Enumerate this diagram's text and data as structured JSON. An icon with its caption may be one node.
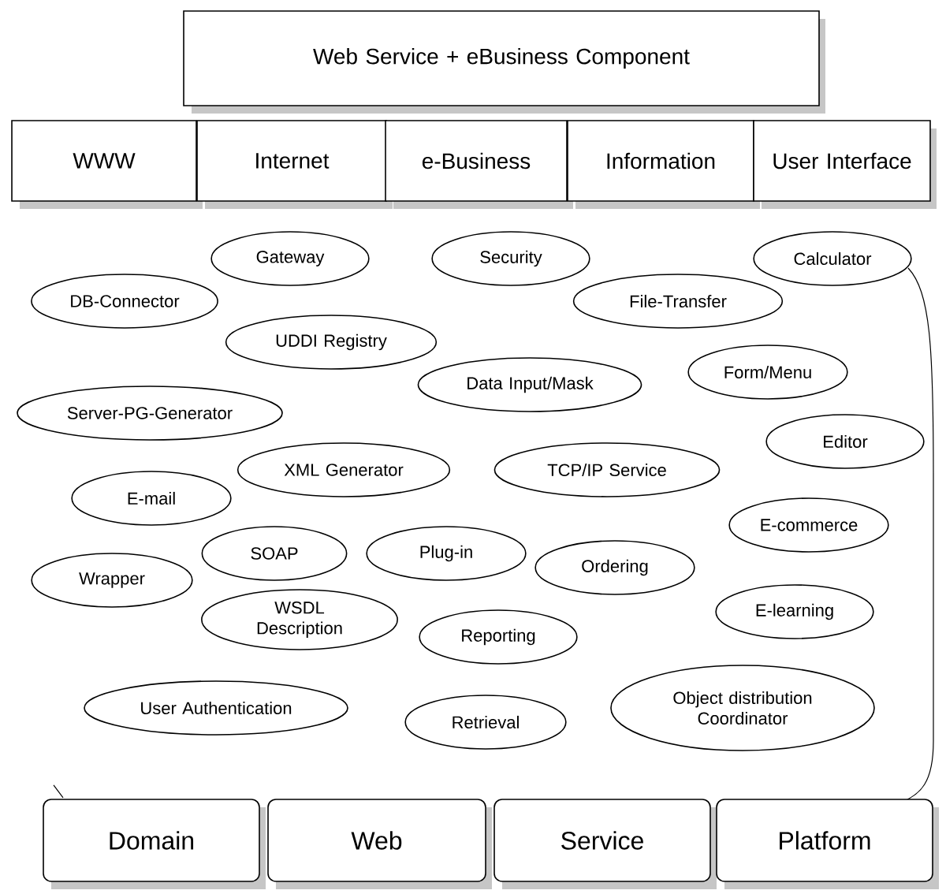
{
  "diagram": {
    "nodes": [
      {
        "text": [
          "Web Service + eBusiness Component"
        ]
      },
      {
        "text": [
          "WWW"
        ]
      },
      {
        "text": [
          "Internet"
        ]
      },
      {
        "text": [
          "e-Business"
        ]
      },
      {
        "text": [
          "Information"
        ]
      },
      {
        "text": [
          "User Interface"
        ]
      },
      {
        "text": [
          "Gateway"
        ]
      },
      {
        "text": [
          "Security"
        ]
      },
      {
        "text": [
          "Calculator"
        ]
      },
      {
        "text": [
          "DB-Connector"
        ]
      },
      {
        "text": [
          "File-Transfer"
        ]
      },
      {
        "text": [
          "UDDI Registry"
        ]
      },
      {
        "text": [
          "Form/Menu"
        ]
      },
      {
        "text": [
          "Data Input/Mask"
        ]
      },
      {
        "text": [
          "Server-PG-Generator"
        ]
      },
      {
        "text": [
          "Editor"
        ]
      },
      {
        "text": [
          "XML Generator"
        ]
      },
      {
        "text": [
          "TCP/IP Service"
        ]
      },
      {
        "text": [
          "E-mail"
        ]
      },
      {
        "text": [
          "E-commerce"
        ]
      },
      {
        "text": [
          "SOAP"
        ]
      },
      {
        "text": [
          "Plug-in"
        ]
      },
      {
        "text": [
          "Ordering"
        ]
      },
      {
        "text": [
          "Wrapper"
        ]
      },
      {
        "text": [
          "E-learning"
        ]
      },
      {
        "text": [
          "WSDL Description"
        ]
      },
      {
        "text": [
          "Reporting"
        ]
      },
      {
        "text": [
          "User Authentication"
        ]
      },
      {
        "text": [
          "Object distribution Coordinator"
        ]
      },
      {
        "text": [
          "Retrieval"
        ]
      },
      {
        "text": [
          "Domain"
        ]
      },
      {
        "text": [
          "Web"
        ]
      },
      {
        "text": [
          "Service"
        ]
      },
      {
        "text": [
          "Platform"
        ]
      }
    ],
    "edges": []
  }
}
